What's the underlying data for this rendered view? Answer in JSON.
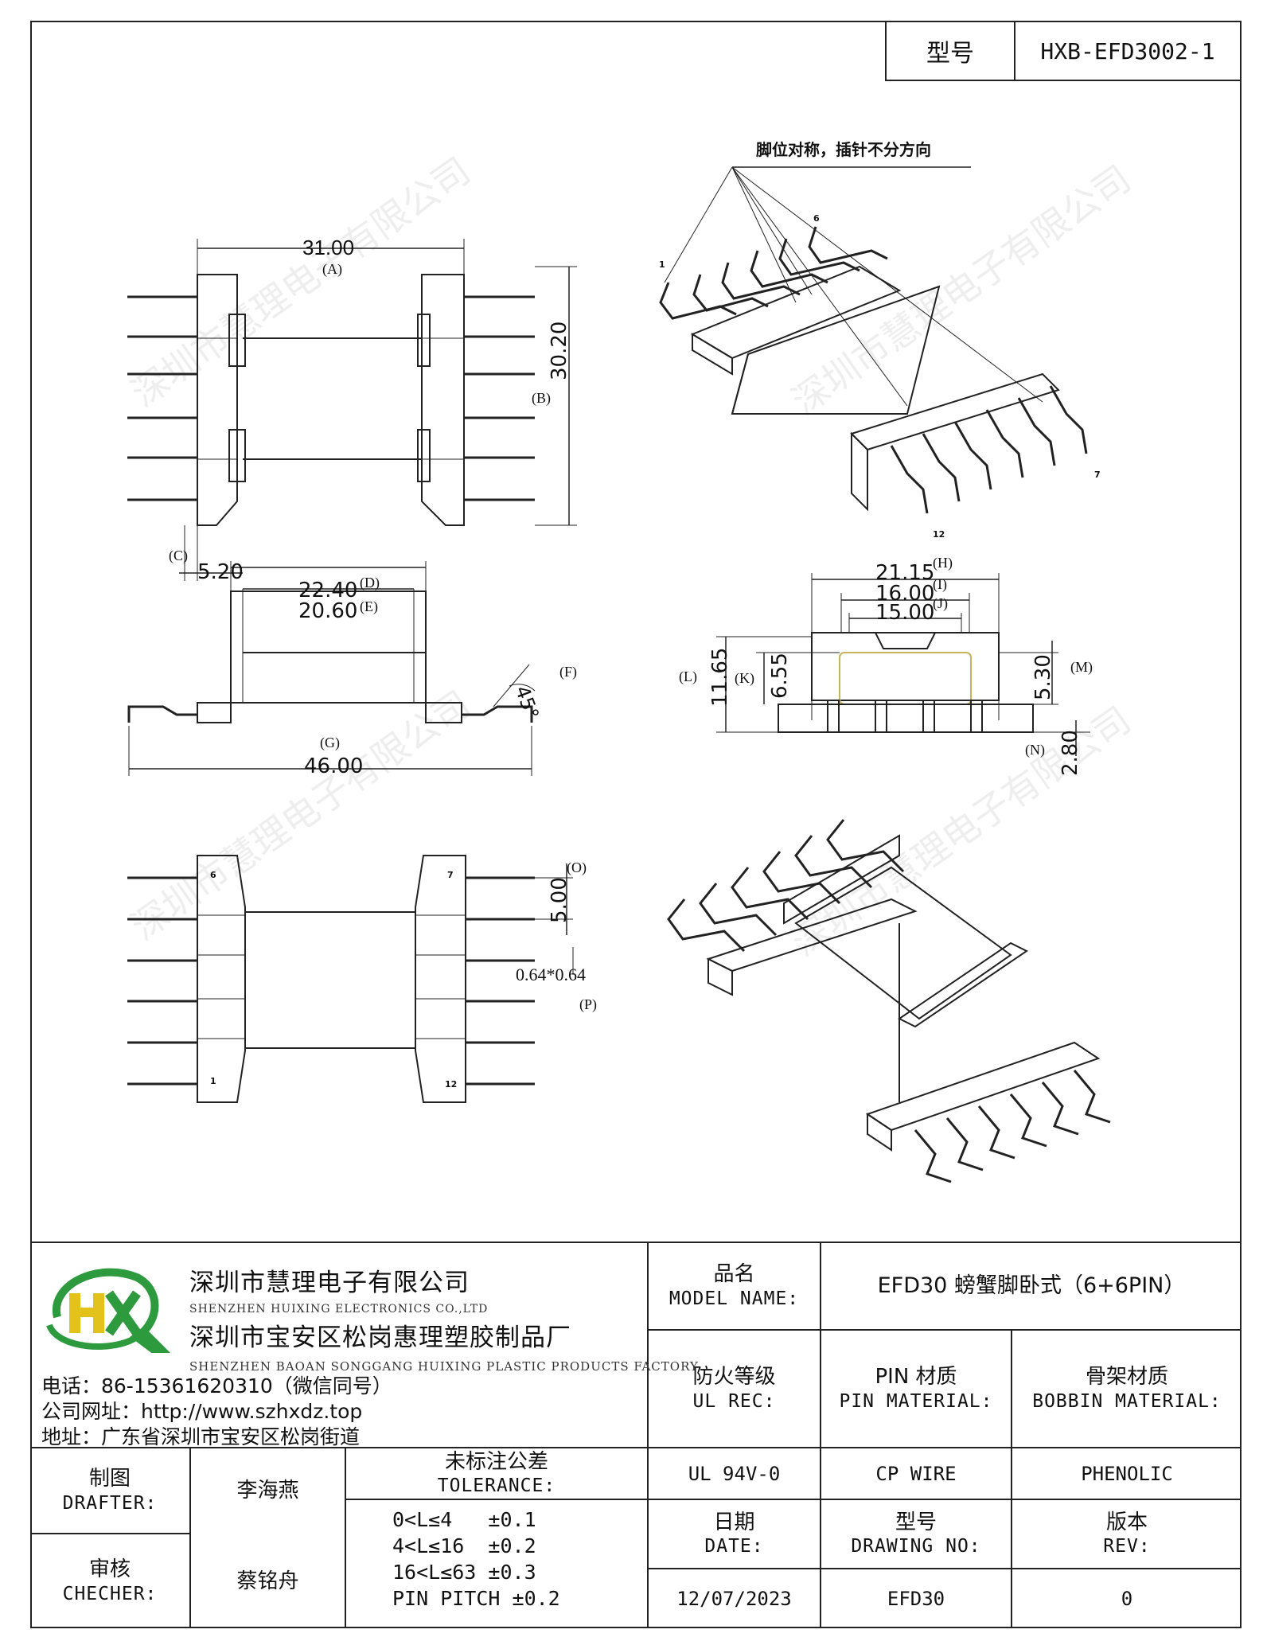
{
  "header": {
    "model_label": "型号",
    "model_value": "HXB-EFD3002-1"
  },
  "drawing": {
    "note": "脚位对称，插针不分方向",
    "dims": {
      "A": "31.00",
      "A_tag": "(A)",
      "B": "30.20",
      "B_tag": "(B)",
      "C": "5.20",
      "C_tag": "(C)",
      "D": "22.40",
      "D_tag": "(D)",
      "E": "20.60",
      "E_tag": "(E)",
      "F": "45°",
      "F_tag": "(F)",
      "G": "46.00",
      "G_tag": "(G)",
      "H": "21.15",
      "H_tag": "(H)",
      "I": "16.00",
      "I_tag": "(I)",
      "J": "15.00",
      "J_tag": "(J)",
      "K": "6.55",
      "K_tag": "(K)",
      "L": "11.65",
      "L_tag": "(L)",
      "M": "5.30",
      "M_tag": "(M)",
      "N": "2.80",
      "N_tag": "(N)",
      "O": "5.00",
      "O_tag": "(O)",
      "P": "0.64*0.64",
      "P_tag": "(P)"
    },
    "pin_labels": {
      "p1": "1",
      "p6": "6",
      "p7": "7",
      "p12": "12"
    }
  },
  "company": {
    "logo_text": "HX",
    "name1": "深圳市慧理电子有限公司",
    "name1_en": "SHENZHEN HUIXING ELECTRONICS CO.,LTD",
    "name2": "深圳市宝安区松岗惠理塑胶制品厂",
    "name2_en": "SHENZHEN BAOAN SONGGANG HUIXING PLASTIC PRODUCTS FACTORY",
    "phone": "电话：86-15361620310（微信同号）",
    "website": "公司网址：http://www.szhxdz.top",
    "address": "地址：广东省深圳市宝安区松岗街道"
  },
  "titleblock": {
    "model_name_cn": "品名",
    "model_name_en": "MODEL NAME:",
    "model_name_value": "EFD30 螃蟹脚卧式（6+6PIN）",
    "ul_rec_cn": "防火等级",
    "ul_rec_en": "UL REC:",
    "pin_mat_cn": "PIN 材质",
    "pin_mat_en": "PIN MATERIAL:",
    "bobbin_mat_cn": "骨架材质",
    "bobbin_mat_en": "BOBBIN MATERIAL:",
    "ul_value": "UL 94V-0",
    "pin_value": "CP WIRE",
    "bobbin_value": "PHENOLIC",
    "drafter_cn": "制图",
    "drafter_en": "DRAFTER:",
    "drafter_name": "李海燕",
    "checker_cn": "审核",
    "checker_en": "CHECHER:",
    "checker_name": "蔡铭舟",
    "tolerance_cn": "未标注公差",
    "tolerance_en": "TOLERANCE:",
    "tol1": "0<L≤4   ±0.1",
    "tol2": "4<L≤16  ±0.2",
    "tol3": "16<L≤63 ±0.3",
    "tol4": "PIN PITCH ±0.2",
    "date_cn": "日期",
    "date_en": "DATE:",
    "drawing_no_cn": "型号",
    "drawing_no_en": "DRAWING NO:",
    "rev_cn": "版本",
    "rev_en": "REV:",
    "date_value": "12/07/2023",
    "drawing_no_value": "EFD30",
    "rev_value": "0"
  },
  "watermark": "深圳市慧理电子有限公司",
  "colors": {
    "logo_green": "#2e9a3e",
    "logo_yellow": "#e3c21c",
    "line": "#222222"
  }
}
